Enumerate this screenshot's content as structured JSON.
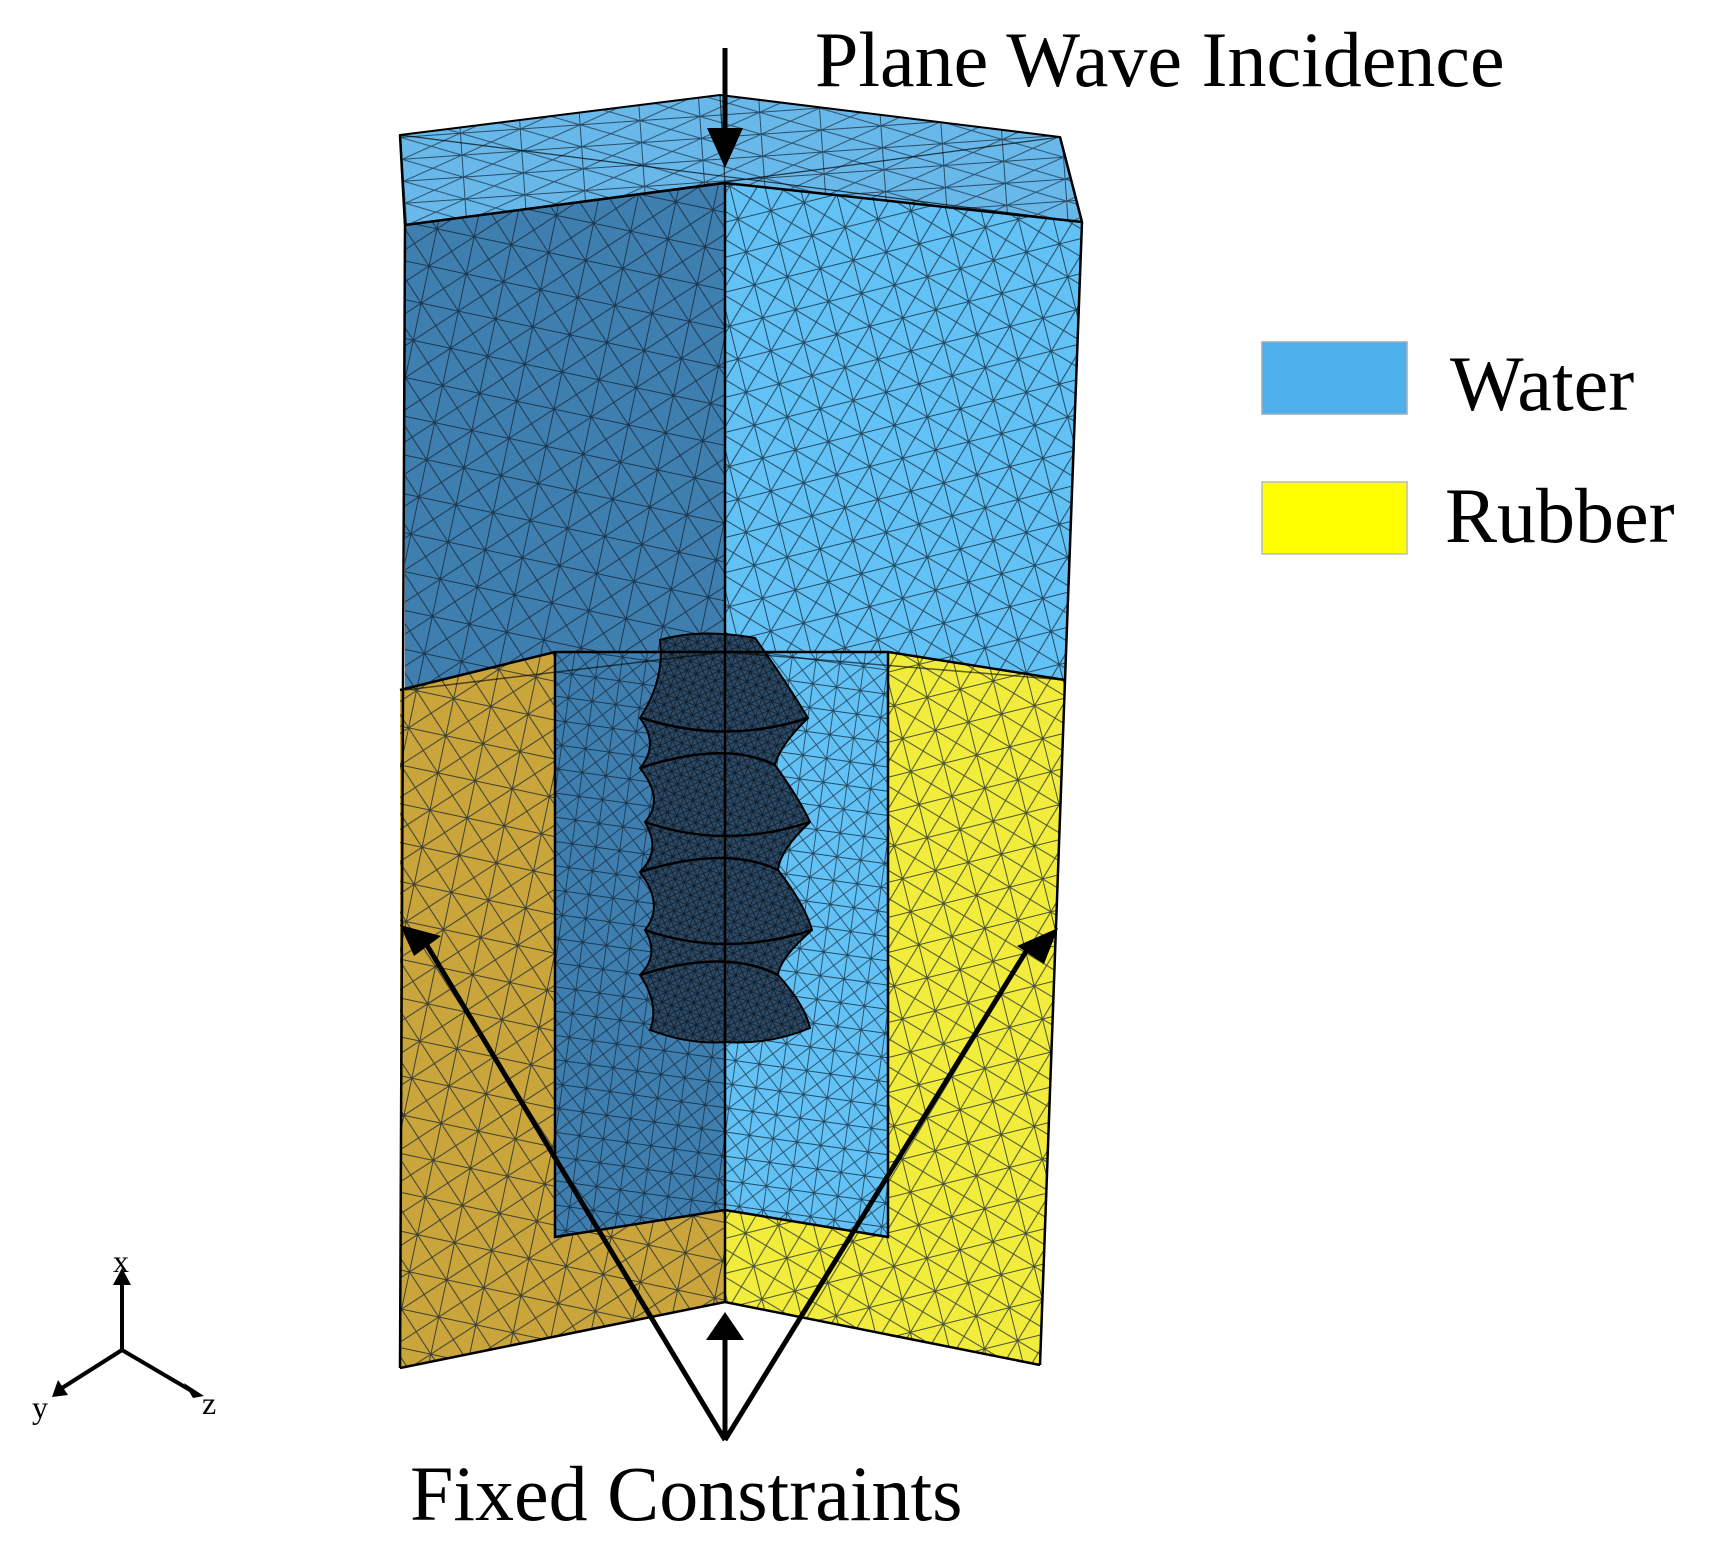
{
  "annotations": {
    "top": "Plane Wave Incidence",
    "bottom": "Fixed Constraints"
  },
  "legend": [
    {
      "label": "Water",
      "color": "#4db0eb"
    },
    {
      "label": "Rubber",
      "color": "#ffff00"
    }
  ],
  "axes": {
    "x": "x",
    "y": "y",
    "z": "z"
  },
  "colors": {
    "water_top": "#68b8ea",
    "water_left": "#3f7fb0",
    "water_right": "#62c2f5",
    "rubber_left": "#c9a53b",
    "rubber_right": "#f2ec3c",
    "rubber_bottom_right": "#f7f060",
    "mesh": "#102030"
  }
}
